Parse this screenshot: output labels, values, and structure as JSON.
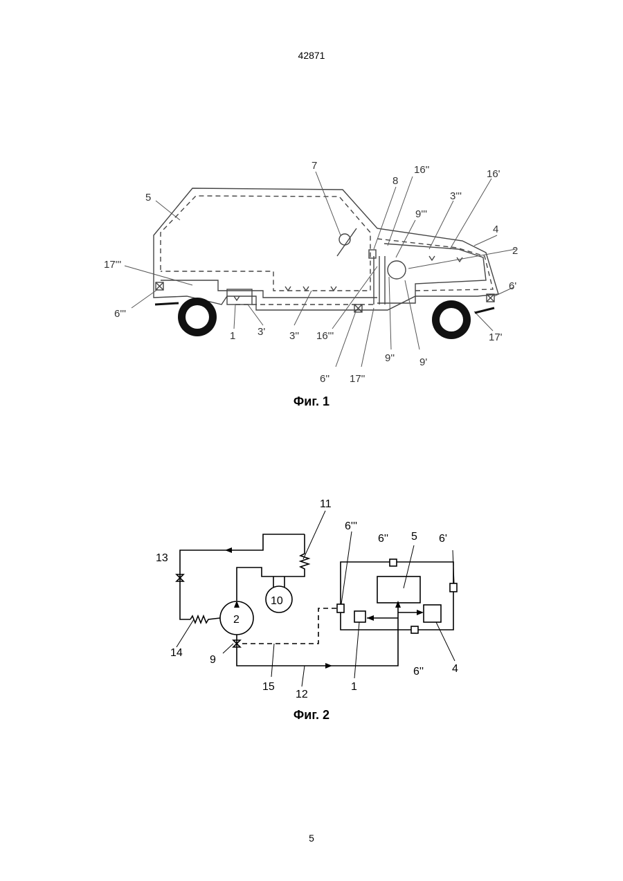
{
  "header": {
    "doc_number": "42871"
  },
  "footer": {
    "page_number": "5"
  },
  "figure1": {
    "caption": "Фиг. 1",
    "labels": {
      "l7": "7",
      "l16b": "16''",
      "l16a": "16'",
      "l8": "8",
      "l3c": "3'''",
      "l9c": "9'''",
      "l5": "5",
      "l4": "4",
      "l2": "2",
      "l17c": "17'''",
      "l6a": "6'",
      "l6c": "6'''",
      "l1": "1",
      "l3a": "3'",
      "l3b": "3''",
      "l16c": "16'''",
      "l17a": "17'",
      "l9b": "9''",
      "l9a": "9'",
      "l6b": "6''",
      "l17b": "17''"
    }
  },
  "figure2": {
    "caption": "Фиг. 2",
    "labels": {
      "l11": "11",
      "l13": "13",
      "l6c": "6'''",
      "l6b_top": "6''",
      "l5": "5",
      "l6a": "6'",
      "l10": "10",
      "l2": "2",
      "l14": "14",
      "l9": "9",
      "l15": "15",
      "l12": "12",
      "l1": "1",
      "l6b_bottom": "6''",
      "l4": "4"
    }
  }
}
